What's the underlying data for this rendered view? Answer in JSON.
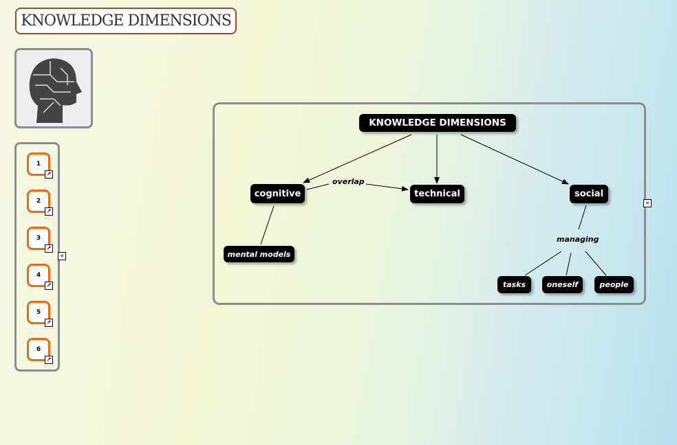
{
  "header": {
    "title": "KNOWLEDGE DIMENSIONS"
  },
  "nav": {
    "items": [
      "1",
      "2",
      "3",
      "4",
      "5",
      "6"
    ],
    "link_icon": "arrow-up-right-icon",
    "collapse_icon": "double-chevron-left-icon"
  },
  "map": {
    "nodes": {
      "root": "KNOWLEDGE DIMENSIONS",
      "cognitive": "cognitive",
      "technical": "technical",
      "social": "social",
      "mental_models": "mental models",
      "tasks": "tasks",
      "oneself": "oneself",
      "people": "people"
    },
    "links": {
      "overlap": "overlap",
      "managing": "managing"
    }
  },
  "colors": {
    "accent": "#f06a10",
    "title_border": "#9a4a24",
    "panel_border": "#8c8c8c"
  }
}
